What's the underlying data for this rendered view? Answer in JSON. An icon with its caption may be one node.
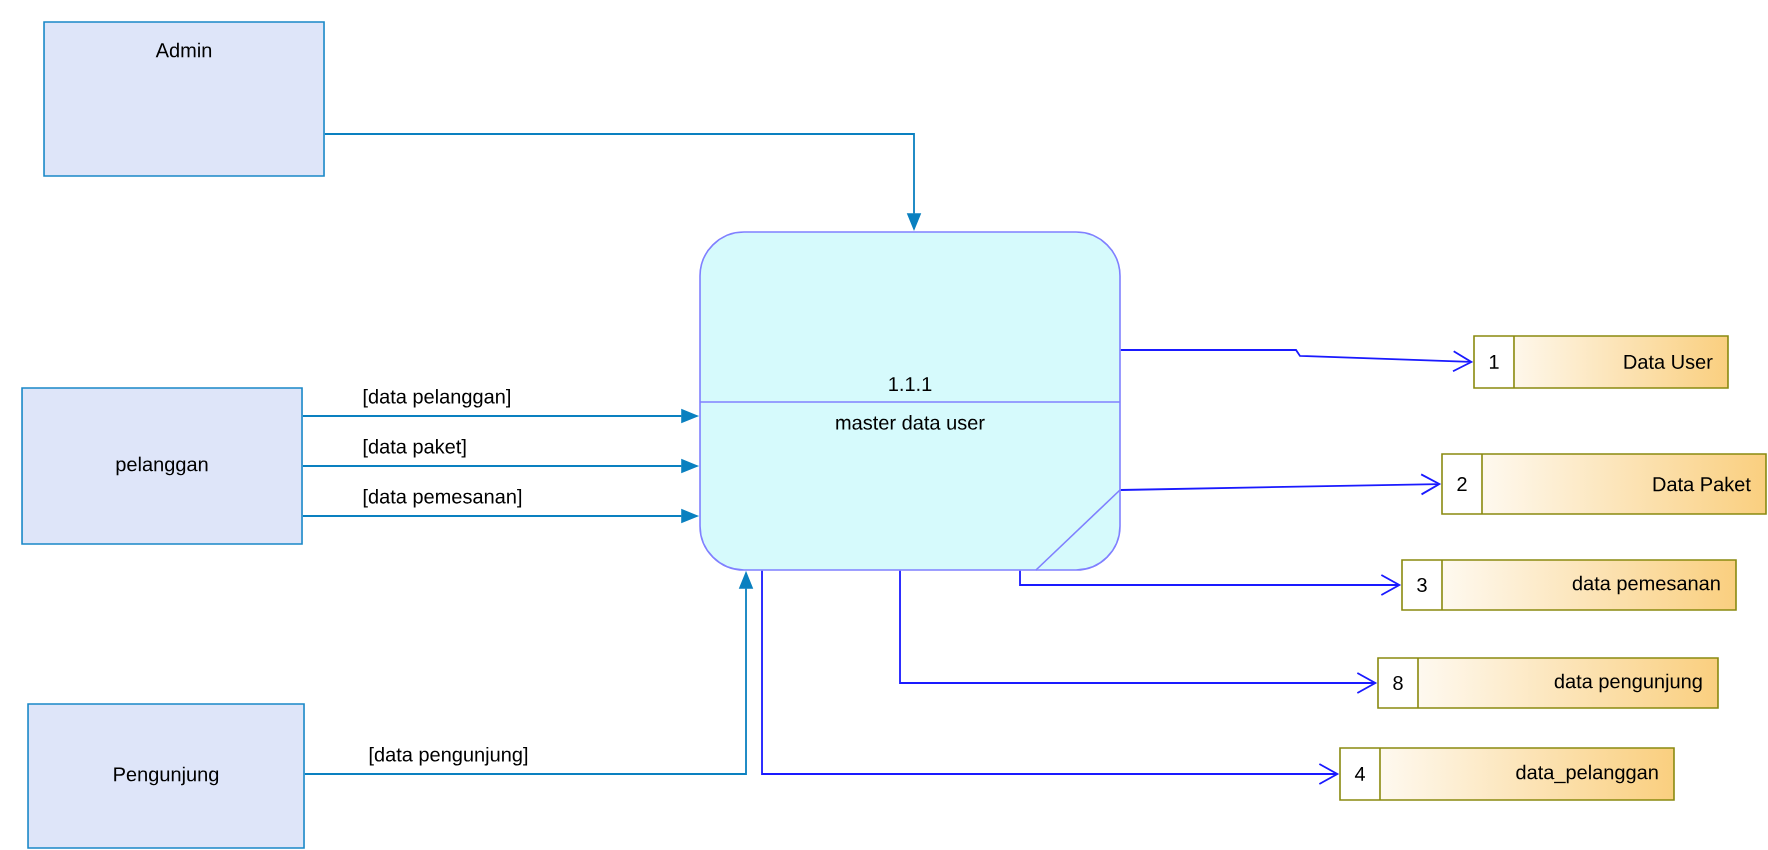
{
  "diagram": {
    "nodes": [
      {
        "text": [
          "Admin"
        ]
      },
      {
        "text": [
          "1.1.1",
          "master data user"
        ]
      },
      {
        "text": [
          "pelanggan"
        ]
      },
      {
        "text": [
          "Pengunjung"
        ]
      },
      {
        "text": [
          "1",
          "Data User"
        ]
      },
      {
        "text": [
          "2",
          "Data Paket"
        ]
      },
      {
        "text": [
          "3",
          "data pemesanan"
        ]
      },
      {
        "text": [
          "8",
          "data pengunjung"
        ]
      },
      {
        "text": [
          "4",
          "data_pelanggan"
        ]
      }
    ],
    "edges": [
      {
        "from": 0,
        "to": 1,
        "arrow": "to"
      },
      {
        "from": 2,
        "to": 1,
        "arrow": "to",
        "label": "[data pelanggan]"
      },
      {
        "from": 2,
        "to": 1,
        "arrow": "to",
        "label": "[data paket]"
      },
      {
        "from": 2,
        "to": 1,
        "arrow": "to",
        "label": "[data pemesanan]"
      },
      {
        "from": 3,
        "to": 1,
        "arrow": "to",
        "label": "[data pengunjung]"
      },
      {
        "from": 1,
        "to": 4,
        "arrow": "to",
        "color": "#1a1aff"
      },
      {
        "from": 1,
        "to": 5,
        "arrow": "to",
        "color": "#1a1aff"
      },
      {
        "from": 1,
        "to": 6,
        "arrow": "to",
        "color": "#1a1aff"
      },
      {
        "from": 1,
        "to": 7,
        "arrow": "to",
        "color": "#1a1aff"
      },
      {
        "from": 1,
        "to": 8,
        "arrow": "to",
        "color": "#1a1aff"
      }
    ]
  }
}
